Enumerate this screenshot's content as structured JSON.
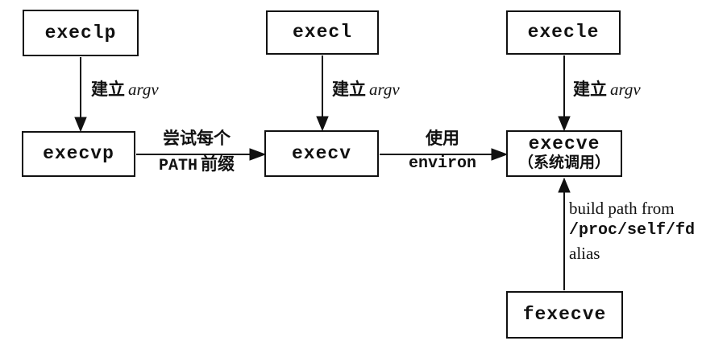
{
  "boxes": {
    "execlp": {
      "label": "execlp"
    },
    "execl": {
      "label": "execl"
    },
    "execle": {
      "label": "execle"
    },
    "execvp": {
      "label": "execvp"
    },
    "execv": {
      "label": "execv"
    },
    "execve": {
      "label": "execve",
      "sublabel": "（系统调用）"
    },
    "fexecve": {
      "label": "fexecve"
    }
  },
  "edges": {
    "execlp_to_execvp": {
      "zh": "建立",
      "arg": "argv"
    },
    "execl_to_execv": {
      "zh": "建立",
      "arg": "argv"
    },
    "execle_to_execve": {
      "zh": "建立",
      "arg": "argv"
    },
    "execvp_to_execv": {
      "line1": "尝试每个",
      "line2_code": "PATH",
      "line2_zh": "前缀"
    },
    "execv_to_execve": {
      "line1": "使用",
      "line2_code": "environ"
    },
    "fexecve_to_execve": {
      "line1": "build path from",
      "line2_code": "/proc/self/fd",
      "line3": "alias"
    }
  },
  "colors": {
    "line": "#111111",
    "background": "#ffffff"
  }
}
